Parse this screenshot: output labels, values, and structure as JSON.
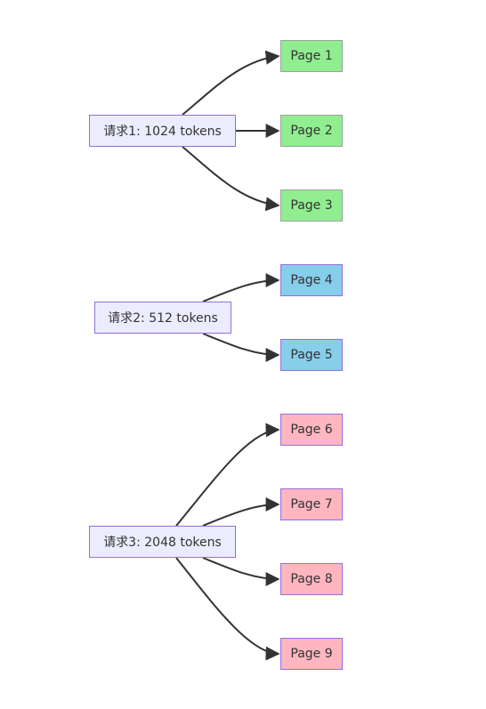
{
  "colors": {
    "request_fill": "#ECECFF",
    "request_border": "#9370DB",
    "group1_fill": "#90EE90",
    "group2_fill": "#87CEEB",
    "group3_fill": "#FFB6C1",
    "edge": "#333333"
  },
  "requests": [
    {
      "label": "请求1: 1024 tokens",
      "pages": [
        "Page 1",
        "Page 2",
        "Page 3"
      ]
    },
    {
      "label": "请求2: 512 tokens",
      "pages": [
        "Page 4",
        "Page 5"
      ]
    },
    {
      "label": "请求3: 2048 tokens",
      "pages": [
        "Page 6",
        "Page 7",
        "Page 8",
        "Page 9"
      ]
    }
  ]
}
